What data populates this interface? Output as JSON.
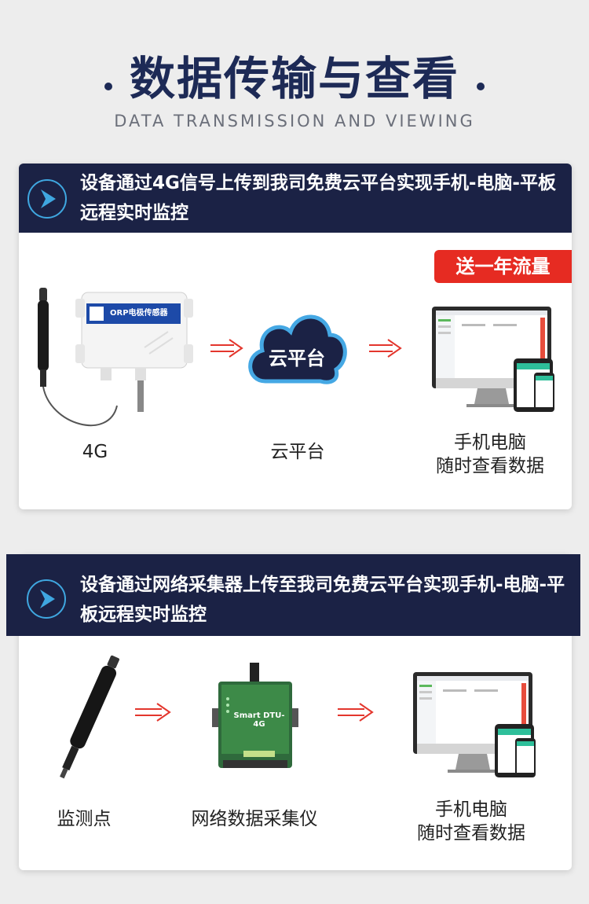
{
  "header": {
    "title": "数据传输与查看",
    "subtitle": "DATA TRANSMISSION AND VIEWING"
  },
  "section1": {
    "banner_text": "设备通过4G信号上传到我司免费云平台实现手机-电脑-平板远程实时监控",
    "badge": "送一年流量",
    "device_label": "ORP电极传感器",
    "cloud_text": "云平台",
    "labels": {
      "device": "4G",
      "cloud": "云平台",
      "screen_line1": "手机电脑",
      "screen_line2": "随时查看数据"
    }
  },
  "section2": {
    "banner_text": "设备通过网络采集器上传至我司免费云平台实现手机-电脑-平板远程实时监控",
    "dtu_label": "Smart DTU-4G",
    "labels": {
      "probe": "监测点",
      "collector": "网络数据采集仪",
      "screen_line1": "手机电脑",
      "screen_line2": "随时查看数据"
    }
  },
  "colors": {
    "navy": "#1b2245",
    "title": "#1d2a56",
    "accent_blue": "#3fa7e0",
    "badge_red": "#e62b22",
    "arrow_red": "#e3362d"
  }
}
